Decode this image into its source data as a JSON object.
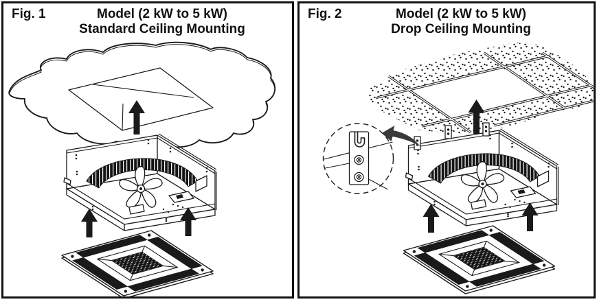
{
  "page": {
    "background": "#ffffff"
  },
  "colors": {
    "ink": "#1a1a1a",
    "panel_border": "#111111",
    "curved_arrow": "#3a3a3a",
    "paper": "#ffffff"
  },
  "panels": [
    {
      "fig_label": "Fig. 1",
      "title_line1": "Model (2 kW to 5 kW)",
      "title_line2": "Standard Ceiling Mounting"
    },
    {
      "fig_label": "Fig. 2",
      "title_line1": "Model (2 kW to 5 kW)",
      "title_line2": "Drop Ceiling Mounting"
    }
  ]
}
